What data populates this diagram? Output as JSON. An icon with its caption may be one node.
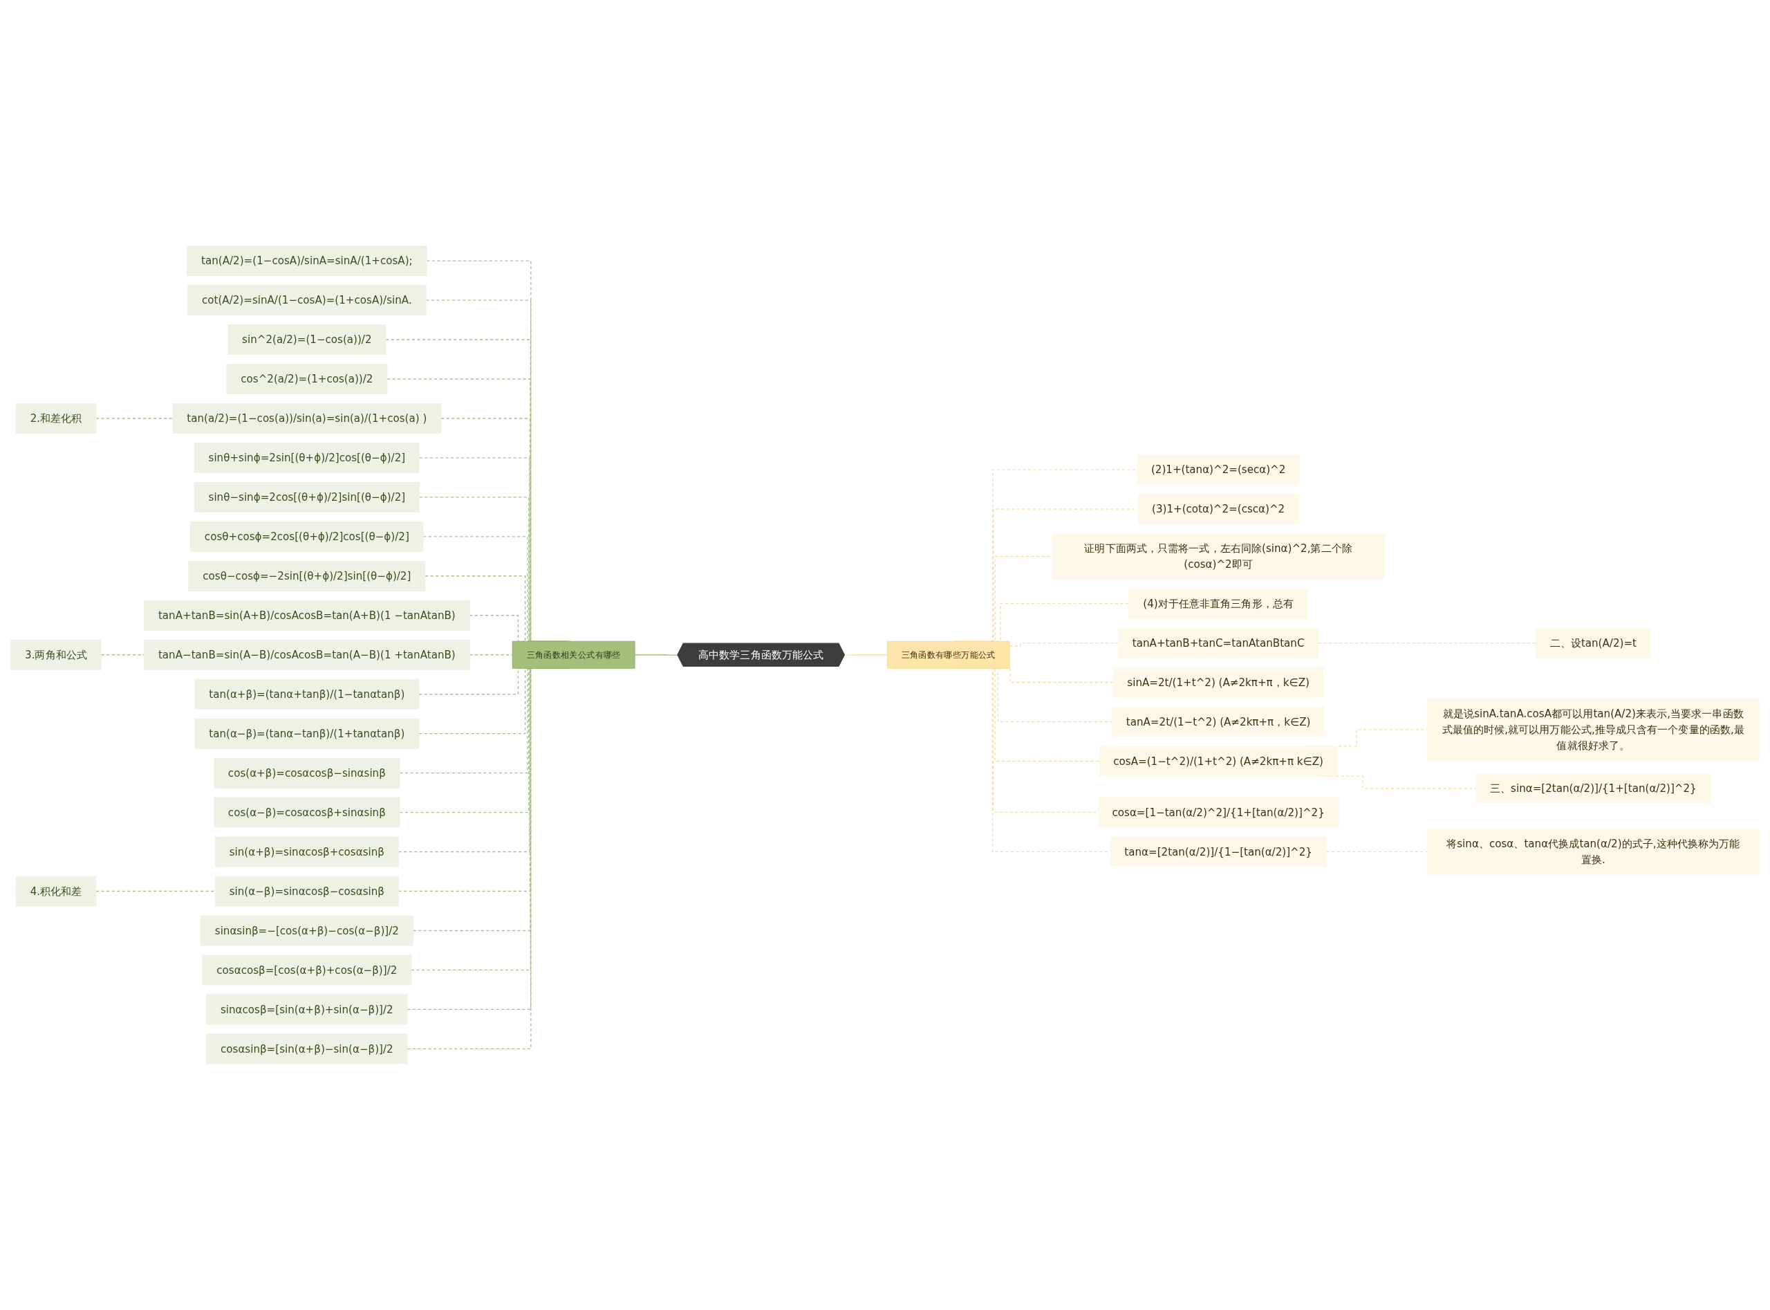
{
  "diagram": {
    "nodes": [
      {
        "text": [
          "高中数学三角函数万能公式"
        ]
      },
      {
        "text": [
          "三角函数相关公式有哪些"
        ]
      },
      {
        "text": [
          "tan(A/2)=(1−cosA)/sinA=sinA/(1+cosA);"
        ]
      },
      {
        "text": [
          "cot(A/2)=sinA/(1−cosA)=(1+cosA)/sinA."
        ]
      },
      {
        "text": [
          "sin^2(a/2)=(1−cos(a))/2"
        ]
      },
      {
        "text": [
          "cos^2(a/2)=(1+cos(a))/2"
        ]
      },
      {
        "text": [
          "tan(a/2)=(1−cos(a))/sin(a)=sin(a)/(1+cos(a) )"
        ]
      },
      {
        "text": [
          "2.和差化积"
        ]
      },
      {
        "text": [
          "sinθ+sinϕ=2sin[(θ+ϕ)/2]cos[(θ−ϕ)/2]"
        ]
      },
      {
        "text": [
          "sinθ−sinϕ=2cos[(θ+ϕ)/2]sin[(θ−ϕ)/2]"
        ]
      },
      {
        "text": [
          "cosθ+cosϕ=2cos[(θ+ϕ)/2]cos[(θ−ϕ)/2]"
        ]
      },
      {
        "text": [
          "cosθ−cosϕ=−2sin[(θ+ϕ)/2]sin[(θ−ϕ)/2]"
        ]
      },
      {
        "text": [
          "tanA+tanB=sin(A+B)/cosAcosB=tan(A+B)(1 −tanAtanB)"
        ]
      },
      {
        "text": [
          "tanA−tanB=sin(A−B)/cosAcosB=tan(A−B)(1 +tanAtanB)"
        ]
      },
      {
        "text": [
          "3.两角和公式"
        ]
      },
      {
        "text": [
          "tan(α+β)=(tanα+tanβ)/(1−tanαtanβ)"
        ]
      },
      {
        "text": [
          "tan(α−β)=(tanα−tanβ)/(1+tanαtanβ)"
        ]
      },
      {
        "text": [
          "cos(α+β)=cosαcosβ−sinαsinβ"
        ]
      },
      {
        "text": [
          "cos(α−β)=cosαcosβ+sinαsinβ"
        ]
      },
      {
        "text": [
          "sin(α+β)=sinαcosβ+cosαsinβ"
        ]
      },
      {
        "text": [
          "sin(α−β)=sinαcosβ−cosαsinβ"
        ]
      },
      {
        "text": [
          "4.积化和差"
        ]
      },
      {
        "text": [
          "sinαsinβ=−[cos(α+β)−cos(α−β)]/2"
        ]
      },
      {
        "text": [
          "cosαcosβ=[cos(α+β)+cos(α−β)]/2"
        ]
      },
      {
        "text": [
          "sinαcosβ=[sin(α+β)+sin(α−β)]/2"
        ]
      },
      {
        "text": [
          "cosαsinβ=[sin(α+β)−sin(α−β)]/2"
        ]
      },
      {
        "text": [
          "三角函数有哪些万能公式"
        ]
      },
      {
        "text": [
          "(2)1+(tanα)^2=(secα)^2"
        ]
      },
      {
        "text": [
          "(3)1+(cotα)^2=(cscα)^2"
        ]
      },
      {
        "text": [
          "证明下面两式，只需将一式，左右同除(sinα)^2,第二个除(cosα)^2即可"
        ]
      },
      {
        "text": [
          "(4)对于任意非直角三角形，总有"
        ]
      },
      {
        "text": [
          "tanA+tanB+tanC=tanAtanBtanC"
        ]
      },
      {
        "text": [
          "二、设tan(A/2)=t"
        ]
      },
      {
        "text": [
          "sinA=2t/(1+t^2) (A≠2kπ+π，k∈Z)"
        ]
      },
      {
        "text": [
          "tanA=2t/(1−t^2) (A≠2kπ+π，k∈Z)"
        ]
      },
      {
        "text": [
          "cosA=(1−t^2)/(1+t^2) (A≠2kπ+π k∈Z)"
        ]
      },
      {
        "text": [
          "就是说sinA.tanA.cosA都可以用tan(A/2)来表示,当要求一串函数式最值的时候,就可以用万能公式,推导成只含有一个变量的函数,最值就很好求了。"
        ]
      },
      {
        "text": [
          "三、sinα=[2tan(α/2)]/{1+[tan(α/2)]^2}"
        ]
      },
      {
        "text": [
          "cosα=[1−tan(α/2)^2]/{1+[tan(α/2)]^2}"
        ]
      },
      {
        "text": [
          "tanα=[2tan(α/2)]/{1−[tan(α/2)]^2}"
        ]
      },
      {
        "text": [
          "将sinα、cosα、tanα代换成tan(α/2)的式子,这种代换称为万能置换."
        ]
      }
    ],
    "edges": [
      {
        "from": 1,
        "to": 0,
        "arrow": "none",
        "color": "#a3bf7a"
      },
      {
        "from": 2,
        "to": 1,
        "arrow": "none",
        "style": "dashed"
      },
      {
        "from": 3,
        "to": 1,
        "arrow": "none",
        "style": "dashed"
      },
      {
        "from": 4,
        "to": 1,
        "arrow": "none",
        "style": "dashed"
      },
      {
        "from": 5,
        "to": 1,
        "arrow": "none",
        "style": "dashed"
      },
      {
        "from": 6,
        "to": 1,
        "arrow": "none",
        "style": "dashed"
      },
      {
        "from": 7,
        "to": 6,
        "arrow": "none",
        "style": "dashed"
      },
      {
        "from": 8,
        "to": 1,
        "arrow": "none",
        "style": "dashed"
      },
      {
        "from": 9,
        "to": 1,
        "arrow": "none",
        "style": "dashed"
      },
      {
        "from": 10,
        "to": 1,
        "arrow": "none",
        "style": "dashed"
      },
      {
        "from": 11,
        "to": 1,
        "arrow": "none",
        "style": "dashed"
      },
      {
        "from": 12,
        "to": 1,
        "arrow": "none",
        "style": "dashed"
      },
      {
        "from": 13,
        "to": 1,
        "arrow": "none",
        "style": "dashed"
      },
      {
        "from": 14,
        "to": 13,
        "arrow": "none",
        "style": "dashed"
      },
      {
        "from": 15,
        "to": 1,
        "arrow": "none",
        "style": "dashed"
      },
      {
        "from": 16,
        "to": 1,
        "arrow": "none",
        "style": "dashed"
      },
      {
        "from": 17,
        "to": 1,
        "arrow": "none",
        "style": "dashed"
      },
      {
        "from": 18,
        "to": 1,
        "arrow": "none",
        "style": "dashed"
      },
      {
        "from": 19,
        "to": 1,
        "arrow": "none",
        "style": "dashed"
      },
      {
        "from": 20,
        "to": 1,
        "arrow": "none",
        "style": "dashed"
      },
      {
        "from": 21,
        "to": 20,
        "arrow": "none",
        "style": "dashed"
      },
      {
        "from": 22,
        "to": 1,
        "arrow": "none",
        "style": "dashed"
      },
      {
        "from": 23,
        "to": 1,
        "arrow": "none",
        "style": "dashed"
      },
      {
        "from": 24,
        "to": 1,
        "arrow": "none",
        "style": "dashed"
      },
      {
        "from": 25,
        "to": 1,
        "arrow": "none",
        "style": "dashed"
      },
      {
        "from": 0,
        "to": 26,
        "arrow": "none",
        "color": "#f5dfa0"
      },
      {
        "from": 26,
        "to": 27,
        "arrow": "none",
        "style": "dashed",
        "color": "#f5dfa0"
      },
      {
        "from": 26,
        "to": 28,
        "arrow": "none",
        "style": "dashed",
        "color": "#f5dfa0"
      },
      {
        "from": 26,
        "to": 29,
        "arrow": "none",
        "style": "dashed",
        "color": "#f5dfa0"
      },
      {
        "from": 26,
        "to": 30,
        "arrow": "none",
        "style": "dashed",
        "color": "#f5dfa0"
      },
      {
        "from": 26,
        "to": 31,
        "arrow": "none",
        "style": "dashed",
        "color": "#f5dfa0"
      },
      {
        "from": 31,
        "to": 32,
        "arrow": "none",
        "style": "dashed",
        "color": "#f5dfa0"
      },
      {
        "from": 26,
        "to": 33,
        "arrow": "none",
        "style": "dashed",
        "color": "#f5dfa0"
      },
      {
        "from": 26,
        "to": 34,
        "arrow": "none",
        "style": "dashed",
        "color": "#f5dfa0"
      },
      {
        "from": 26,
        "to": 35,
        "arrow": "none",
        "style": "dashed",
        "color": "#f5dfa0"
      },
      {
        "from": 35,
        "to": 36,
        "arrow": "none",
        "style": "dashed",
        "color": "#f5dfa0"
      },
      {
        "from": 35,
        "to": 37,
        "arrow": "none",
        "style": "dashed",
        "color": "#f5dfa0"
      },
      {
        "from": 26,
        "to": 38,
        "arrow": "none",
        "style": "dashed",
        "color": "#f5dfa0"
      },
      {
        "from": 26,
        "to": 39,
        "arrow": "none",
        "style": "dashed",
        "color": "#f5dfa0"
      },
      {
        "from": 39,
        "to": 40,
        "arrow": "none",
        "style": "dashed",
        "color": "#f5dfa0"
      }
    ]
  }
}
